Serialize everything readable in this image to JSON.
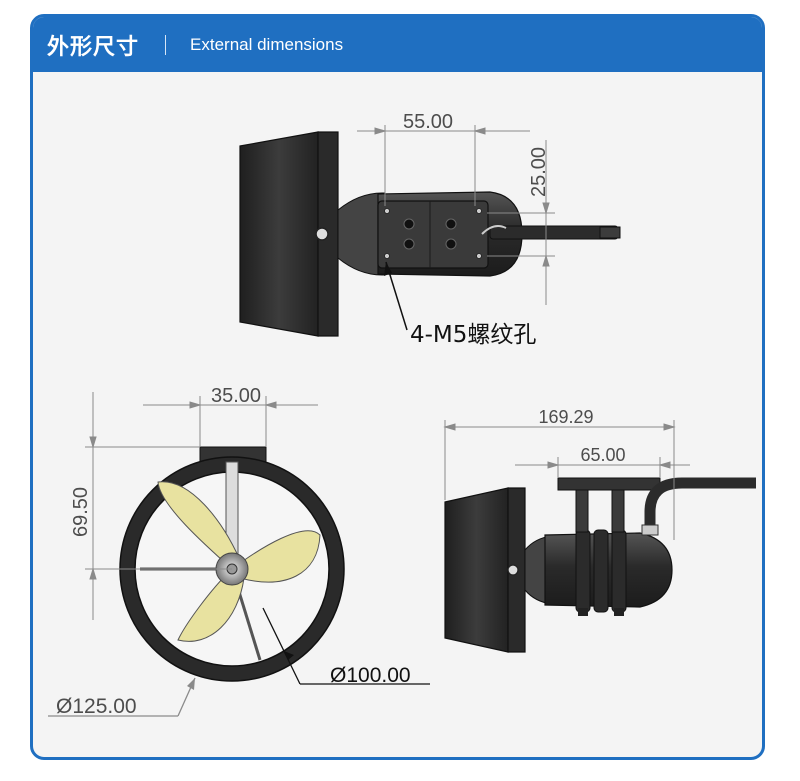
{
  "header": {
    "title_cn": "外形尺寸",
    "title_en": "External dimensions"
  },
  "dimensions": {
    "top_width": "55.00",
    "top_height": "25.00",
    "mount_holes": "4-M5螺纹孔",
    "front_width": "35.00",
    "front_height": "69.50",
    "inner_diameter": "Ø100.00",
    "outer_diameter": "Ø125.00",
    "side_total_length": "169.29",
    "side_mount_length": "65.00"
  },
  "colors": {
    "header": "#1f6fc1",
    "card_border": "#1f6fc1",
    "background": "#f4f4f4",
    "body_dark": "#2f2f2f",
    "propeller": "#e8e2a0"
  }
}
